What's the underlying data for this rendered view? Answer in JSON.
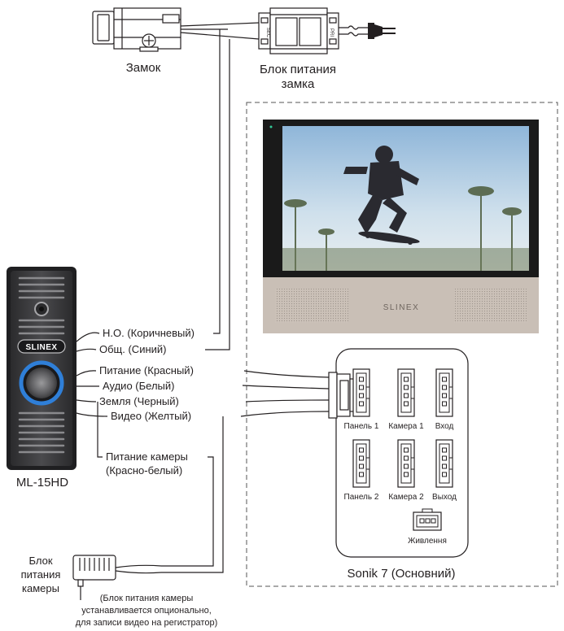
{
  "lock": {
    "label": "Замок"
  },
  "lock_power": {
    "line1": "Блок питания",
    "line2": "замка",
    "sec_text": "SEC",
    "pri_text": "PRI"
  },
  "panel": {
    "model": "ML-15HD",
    "brand": "SLINEX",
    "wires": [
      "Н.О. (Коричневый)",
      "Общ. (Синий)",
      "Питание (Красный)",
      "Аудио (Белый)",
      "Земля (Черный)",
      "Видео (Желтый)"
    ],
    "camera_power_wire_line1": "Питание камеры",
    "camera_power_wire_line2": "(Красно-белый)"
  },
  "monitor": {
    "brand": "SLINEX",
    "model_label": "Sonik 7 (Основний)",
    "ports": [
      "Панель 1",
      "Камера 1",
      "Вход",
      "Панель 2",
      "Камера 2",
      "Выход",
      "Живлення"
    ]
  },
  "camera_power": {
    "line1": "Блок",
    "line2": "питания",
    "line3": "камеры",
    "note_line1": "(Блок питания камеры",
    "note_line2": "устанавливается опционально,",
    "note_line3": "для записи видео на регистратор)"
  },
  "colors": {
    "line": "#231f20",
    "panel_body": "#3a3a3c",
    "ring": "#2f7fd8",
    "monitor_frame": "#1a1a1a",
    "monitor_base": "#c9bfb6"
  }
}
